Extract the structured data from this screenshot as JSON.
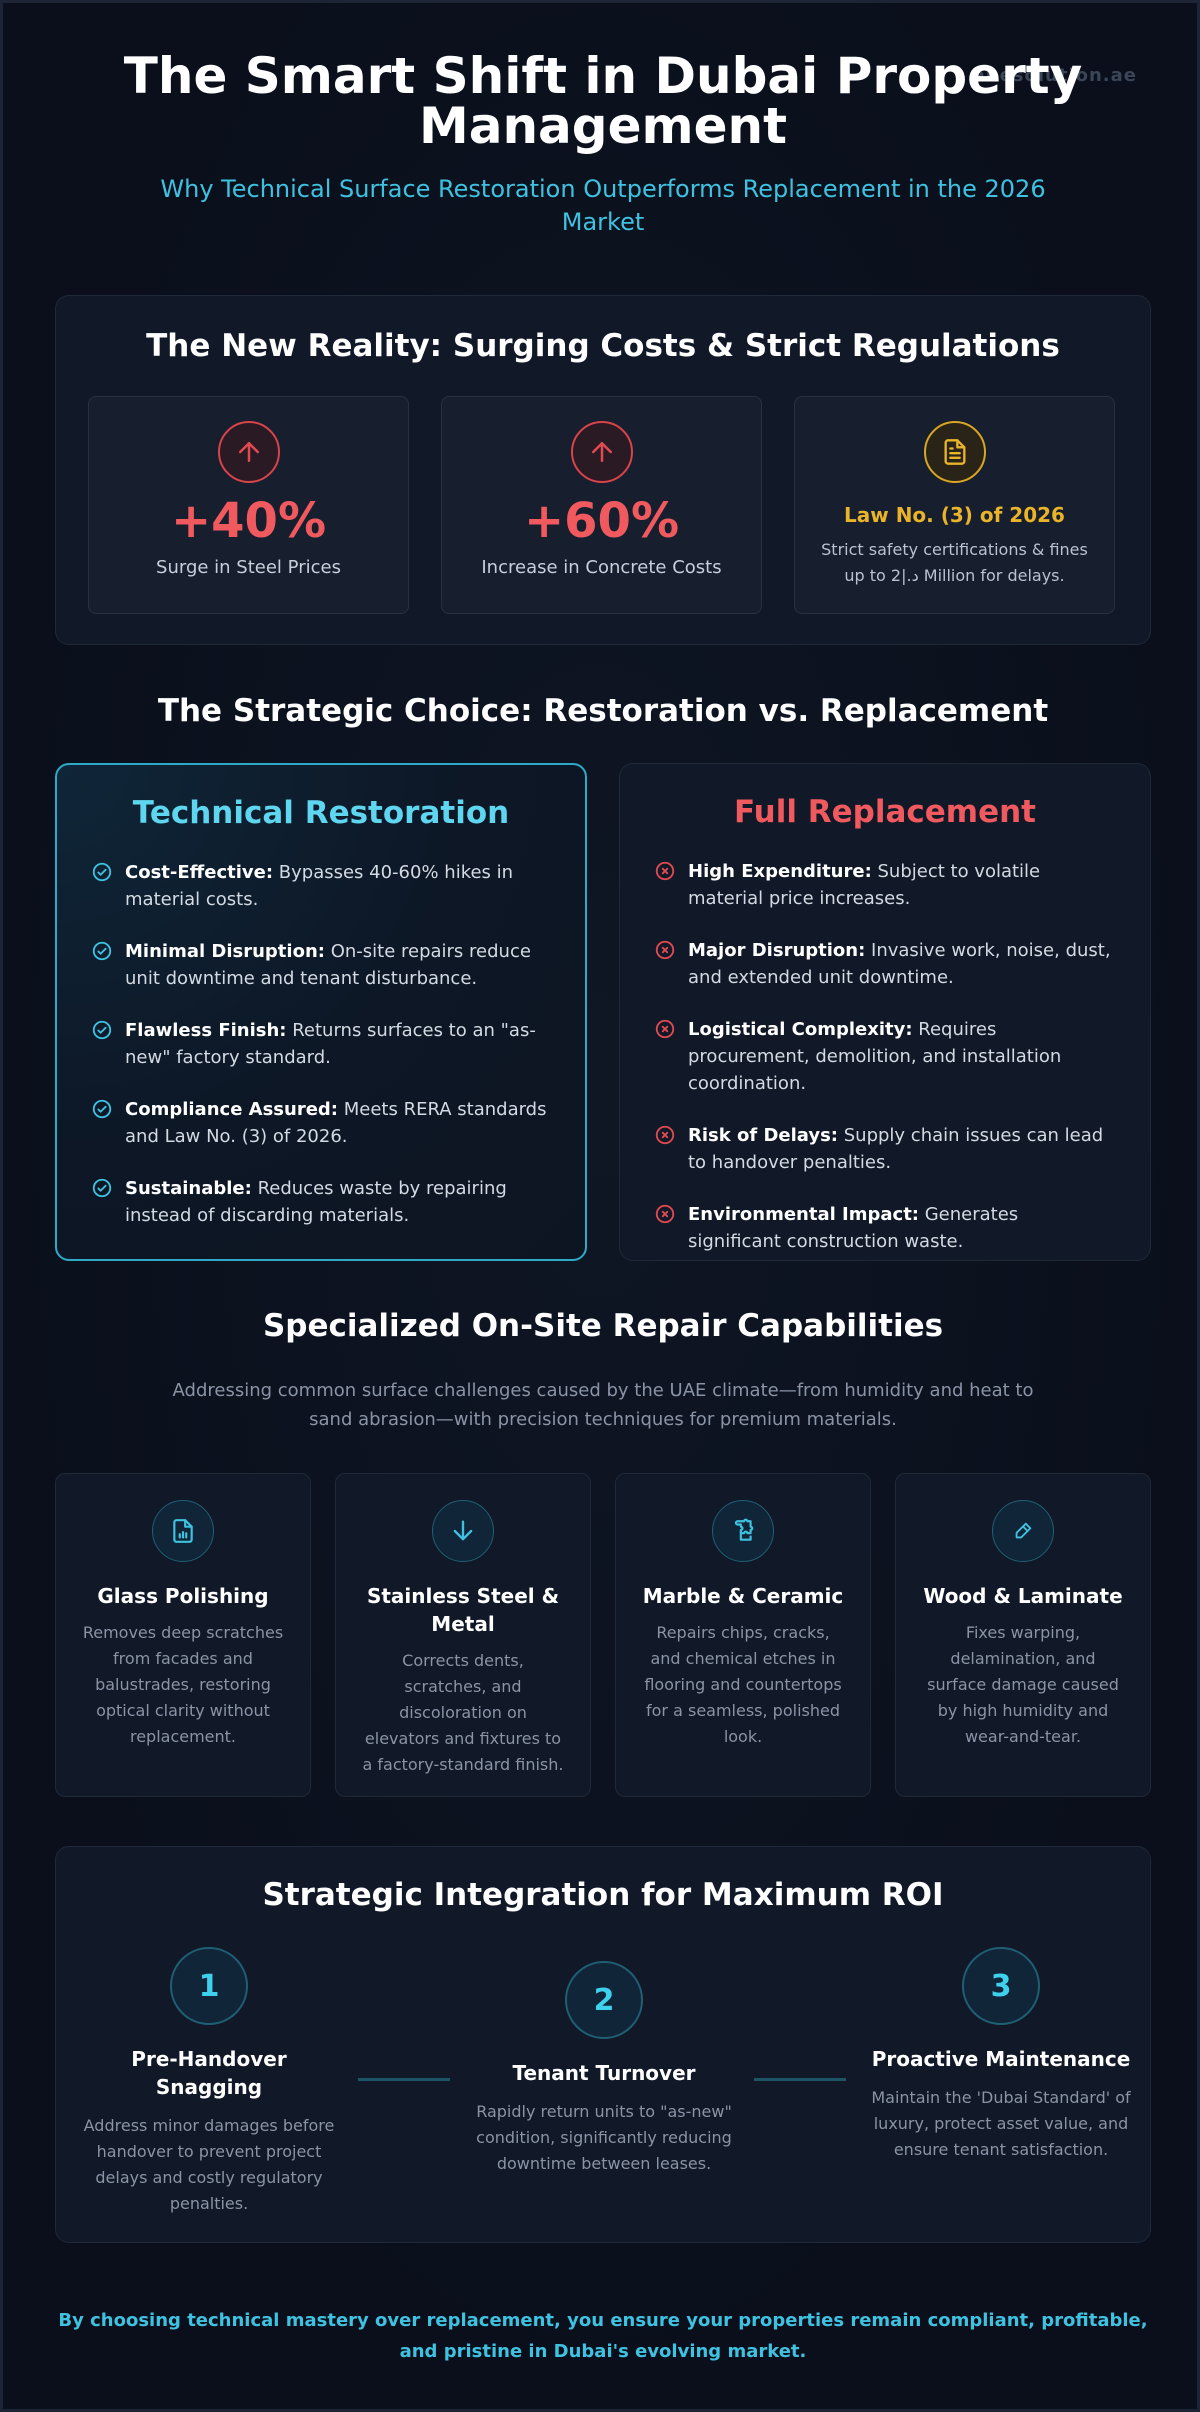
{
  "watermark": "ahesolution.ae",
  "hero": {
    "title": "The Smart Shift in Dubai Property Management",
    "subtitle": "Why Technical Surface Restoration Outperforms Replacement in the 2026 Market"
  },
  "reality": {
    "title": "The New Reality: Surging Costs & Strict Regulations",
    "stats": [
      {
        "icon": "arrow-up-icon",
        "value": "+40%",
        "label": "Surge in Steel Prices"
      },
      {
        "icon": "arrow-up-icon",
        "value": "+60%",
        "label": "Increase in Concrete Costs"
      }
    ],
    "law": {
      "icon": "document-icon",
      "title": "Law No. (3) of 2026",
      "desc": "Strict safety certifications & fines up to 2|.د Million for delays."
    }
  },
  "strategic": {
    "title": "The Strategic Choice: Restoration vs. Replacement",
    "restoration": {
      "title": "Technical Restoration",
      "items": [
        {
          "bold": "Cost-Effective:",
          "text": " Bypasses 40-60% hikes in material costs."
        },
        {
          "bold": "Minimal Disruption:",
          "text": " On-site repairs reduce unit downtime and tenant disturbance."
        },
        {
          "bold": "Flawless Finish:",
          "text": " Returns surfaces to an \"as-new\" factory standard."
        },
        {
          "bold": "Compliance Assured:",
          "text": " Meets RERA standards and Law No. (3) of 2026."
        },
        {
          "bold": "Sustainable:",
          "text": " Reduces waste by repairing instead of discarding materials."
        }
      ]
    },
    "replacement": {
      "title": "Full Replacement",
      "items": [
        {
          "bold": "High Expenditure:",
          "text": " Subject to volatile material price increases."
        },
        {
          "bold": "Major Disruption:",
          "text": " Invasive work, noise, dust, and extended unit downtime."
        },
        {
          "bold": "Logistical Complexity:",
          "text": " Requires procurement, demolition, and installation coordination."
        },
        {
          "bold": "Risk of Delays:",
          "text": " Supply chain issues can lead to handover penalties."
        },
        {
          "bold": "Environmental Impact:",
          "text": " Generates significant construction waste."
        }
      ]
    }
  },
  "capabilities": {
    "title": "Specialized On-Site Repair Capabilities",
    "desc": "Addressing common surface challenges caused by the UAE climate—from humidity and heat to sand abrasion—with precision techniques for premium materials.",
    "items": [
      {
        "icon": "file-chart-icon",
        "name": "Glass Polishing",
        "text": "Removes deep scratches from facades and balustrades, restoring optical clarity without replacement."
      },
      {
        "icon": "arrow-down-icon",
        "name": "Stainless Steel & Metal",
        "text": "Corrects dents, scratches, and discoloration on elevators and fixtures to a factory-standard finish."
      },
      {
        "icon": "puzzle-icon",
        "name": "Marble & Ceramic",
        "text": "Repairs chips, cracks, and chemical etches in flooring and countertops for a seamless, polished look."
      },
      {
        "icon": "eraser-icon",
        "name": "Wood & Laminate",
        "text": "Fixes warping, delamination, and surface damage caused by high humidity and wear-and-tear."
      }
    ]
  },
  "integration": {
    "title": "Strategic Integration for Maximum ROI",
    "steps": [
      {
        "num": "1",
        "name": "Pre-Handover Snagging",
        "text": "Address minor damages before handover to prevent project delays and costly regulatory penalties."
      },
      {
        "num": "2",
        "name": "Tenant Turnover",
        "text": "Rapidly return units to \"as-new\" condition, significantly reducing downtime between leases."
      },
      {
        "num": "3",
        "name": "Proactive Maintenance",
        "text": "Maintain the 'Dubai Standard' of luxury, protect asset value, and ensure tenant satisfaction."
      }
    ]
  },
  "closing": "By choosing technical mastery over replacement, you ensure your properties remain compliant, profitable, and pristine in Dubai's evolving market.",
  "colors": {
    "accent": "#3fc2e0",
    "danger": "#f05a5f",
    "warning": "#e9b32a",
    "background": "#0b1220"
  }
}
